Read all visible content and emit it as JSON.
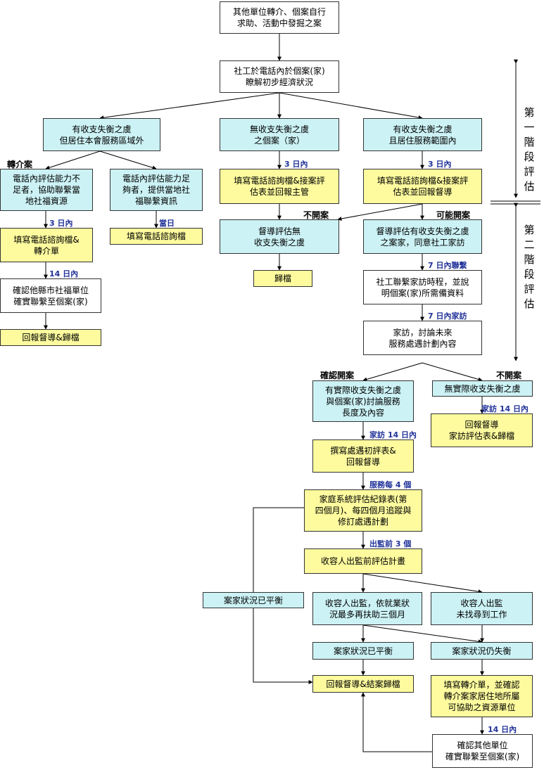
{
  "boxes": [
    "其他單位轉介、個案自行\n求助、活動中發掘之案",
    "社工於電話內於個案(家)\n瞭解初步經濟狀況",
    "有收支失衡之虞\n但居住本會服務區域外",
    "無收支失衡之虞\n之個案（家）",
    "有收支失衡之虞\n且居住服務範圍內",
    "電話內評估能力不\n足者，協助聯繫當\n地社福資源",
    "電話內評估能力足\n夠者，提供當地社\n福聯繫資訊",
    "填寫電話諮詢檔&接案評\n估表並回報主管",
    "填寫電話諮詢檔&接案評\n估表並回報督導",
    "填寫電話諮詢檔&\n轉介單",
    "填寫電話諮詢檔",
    "督導評估無\n收支失衡之虞",
    "督導評估有收支失衡之虞\n之案家，同意社工家訪",
    "確認他縣市社福單位\n確實聯繫至個案(家)",
    "歸檔",
    "社工聯繫家訪時程，並說\n明個案(家)所需備資料",
    "回報督導&歸檔",
    "家訪，討論未來\n服務處遇計劃內容",
    "有實際收支失衡之虞\n與個案(家)討論服務\n長度及內容",
    "無實際收支失衡之虞",
    "回報督導\n家訪評估表&歸檔",
    "撰寫處遇初評表&\n回報督導",
    "家庭系統評估紀錄表(第\n四個月)、每四個月追蹤與\n修訂處遇計劃",
    "收容人出監前評估計畫",
    "案家狀況已平衡",
    "收容人出監，依就業狀\n況最多再扶助三個月",
    "收容人出監\n未找尋到工作",
    "案家狀況已平衡",
    "案家狀況仍失衡",
    "回報督導&結案歸檔",
    "填寫轉介單，並確認\n轉介案家居住地所屬\n可協助之資源單位",
    "確認其他單位\n確實聯繫至個案(家)"
  ],
  "edge_labels": [
    "3 日內",
    "當日",
    "3 日內",
    "3 日內",
    "14 日內",
    "7 日內聯繫",
    "7 日內家訪",
    "家訪 14 日內",
    "家訪 14 日內",
    "服務每 4 個",
    "出監前 3 個",
    "14 日內"
  ],
  "branch_labels": [
    "轉介案",
    "不開案",
    "可能開案",
    "確認開案",
    "不開案"
  ],
  "stages": [
    "第一階段評估",
    "第二階段評估"
  ],
  "colors": {
    "white_box": "#ffffff",
    "cyan_box": "#ccf2f5",
    "yellow_box": "#fdfb9e",
    "label_blue": "#22339a"
  }
}
